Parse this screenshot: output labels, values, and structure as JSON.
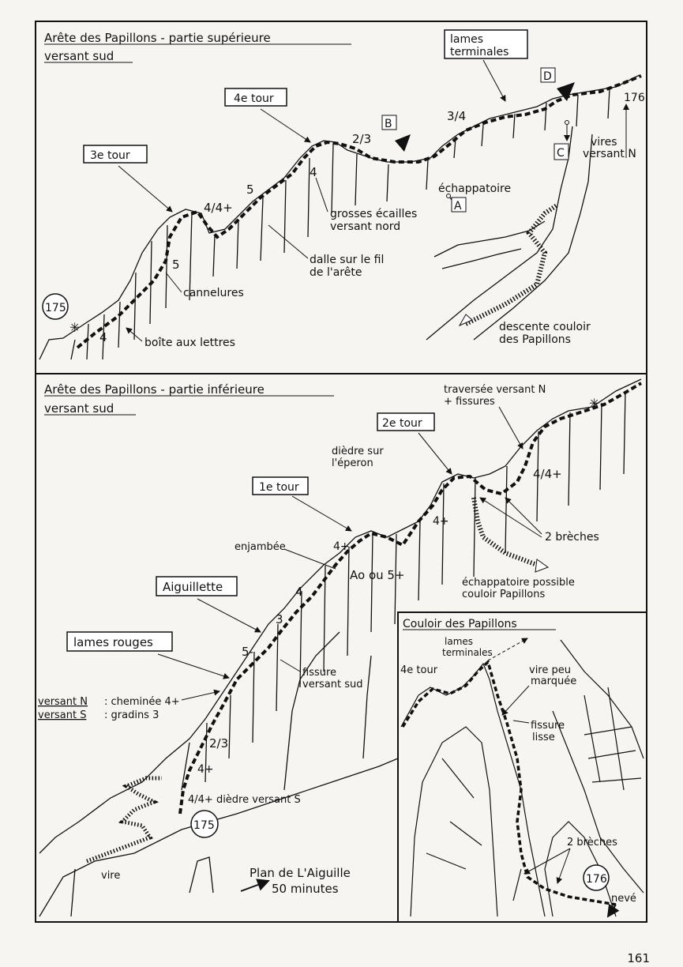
{
  "page_number": "161",
  "upper": {
    "title_line1": "Arête des Papillons - partie supérieure",
    "title_line2": "versant sud",
    "tour4": "4e tour",
    "tour3": "3e tour",
    "lames_terminales_1": "lames",
    "lames_terminales_2": "terminales",
    "route_id": "175",
    "next_route_id": "176",
    "point_a": "A",
    "point_b": "B",
    "point_c": "C",
    "point_d": "D",
    "grade_4_4p": "4/4+",
    "grade_5a": "5",
    "grade_5b": "5",
    "grade_4a": "4",
    "grade_4b": "4",
    "grade_23": "2/3",
    "grade_34": "3/4",
    "cannelures": "cannelures",
    "boite": "boîte aux lettres",
    "dalle_1": "dalle sur le fil",
    "dalle_2": "de l'arête",
    "ecailles_1": "grosses écailles",
    "ecailles_2": "versant nord",
    "echappatoire": "échappatoire",
    "vires_1": "vires",
    "vires_2": "versant N",
    "descente_1": "descente couloir",
    "descente_2": "des Papillons"
  },
  "lower": {
    "title_line1": "Arête des Papillons - partie inférieure",
    "title_line2": "versant sud",
    "traversee_1": "traversée versant N",
    "traversee_2": "+ fissures",
    "tour2": "2e tour",
    "tour1": "1e tour",
    "diedre_1": "dièdre sur",
    "diedre_2": "l'éperon",
    "grade_44p": "4/4+",
    "breches": "2 brèches",
    "grade_4p_a": "4+",
    "grade_4p_b": "4+",
    "enjambee": "enjambée",
    "ao": "Ao ou 5+",
    "echap_1": "échappatoire possible",
    "echap_2": "couloir Papillons",
    "aiguillette": "Aiguillette",
    "grade_4": "4",
    "grade_3": "3",
    "grade_5m": "5-",
    "lames_rouges": "lames rouges",
    "fissure_1": "fissure",
    "fissure_2": "versant sud",
    "versant_n_label": "versant N",
    "versant_n_text": ": cheminée 4+",
    "versant_s_label": "versant S",
    "versant_s_text": ": gradins 3",
    "grade_23": "2/3",
    "grade_4p_c": "4+",
    "diedre_s": "4/4+ dièdre versant S",
    "route_id": "175",
    "vire": "vire",
    "plan_1": "Plan de L'Aiguille",
    "plan_2": "50 minutes"
  },
  "inset": {
    "title": "Couloir des Papillons",
    "lames_1": "lames",
    "lames_2": "terminales",
    "tour4": "4e tour",
    "vire_1": "vire peu",
    "vire_2": "marquée",
    "fissure_1": "fissure",
    "fissure_2": "lisse",
    "breches": "2 brèches",
    "route_id": "176",
    "neve": "nevé"
  }
}
